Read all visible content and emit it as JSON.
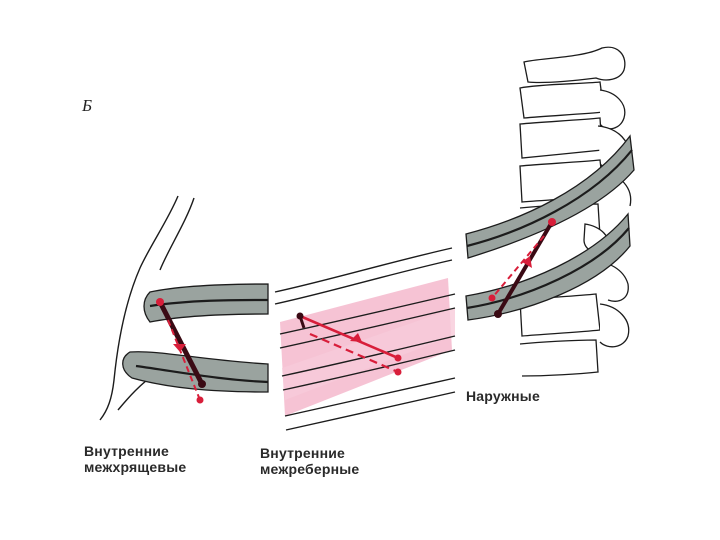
{
  "figure": {
    "panel_letter": "Б",
    "labels": {
      "inner_intercartilaginous_line1": "Внутренние",
      "inner_intercartilaginous_line2": "межхрящевые",
      "inner_intercostal_line1": "Внутренние",
      "inner_intercostal_line2": "межреберные",
      "external": "Наружные"
    },
    "colors": {
      "rib_fill": "#9aa39f",
      "outline": "#1c1c1c",
      "muscle_pink": "#f4b8cc",
      "arrow_red": "#d81e3a",
      "lever_dark": "#3a0a14"
    }
  }
}
